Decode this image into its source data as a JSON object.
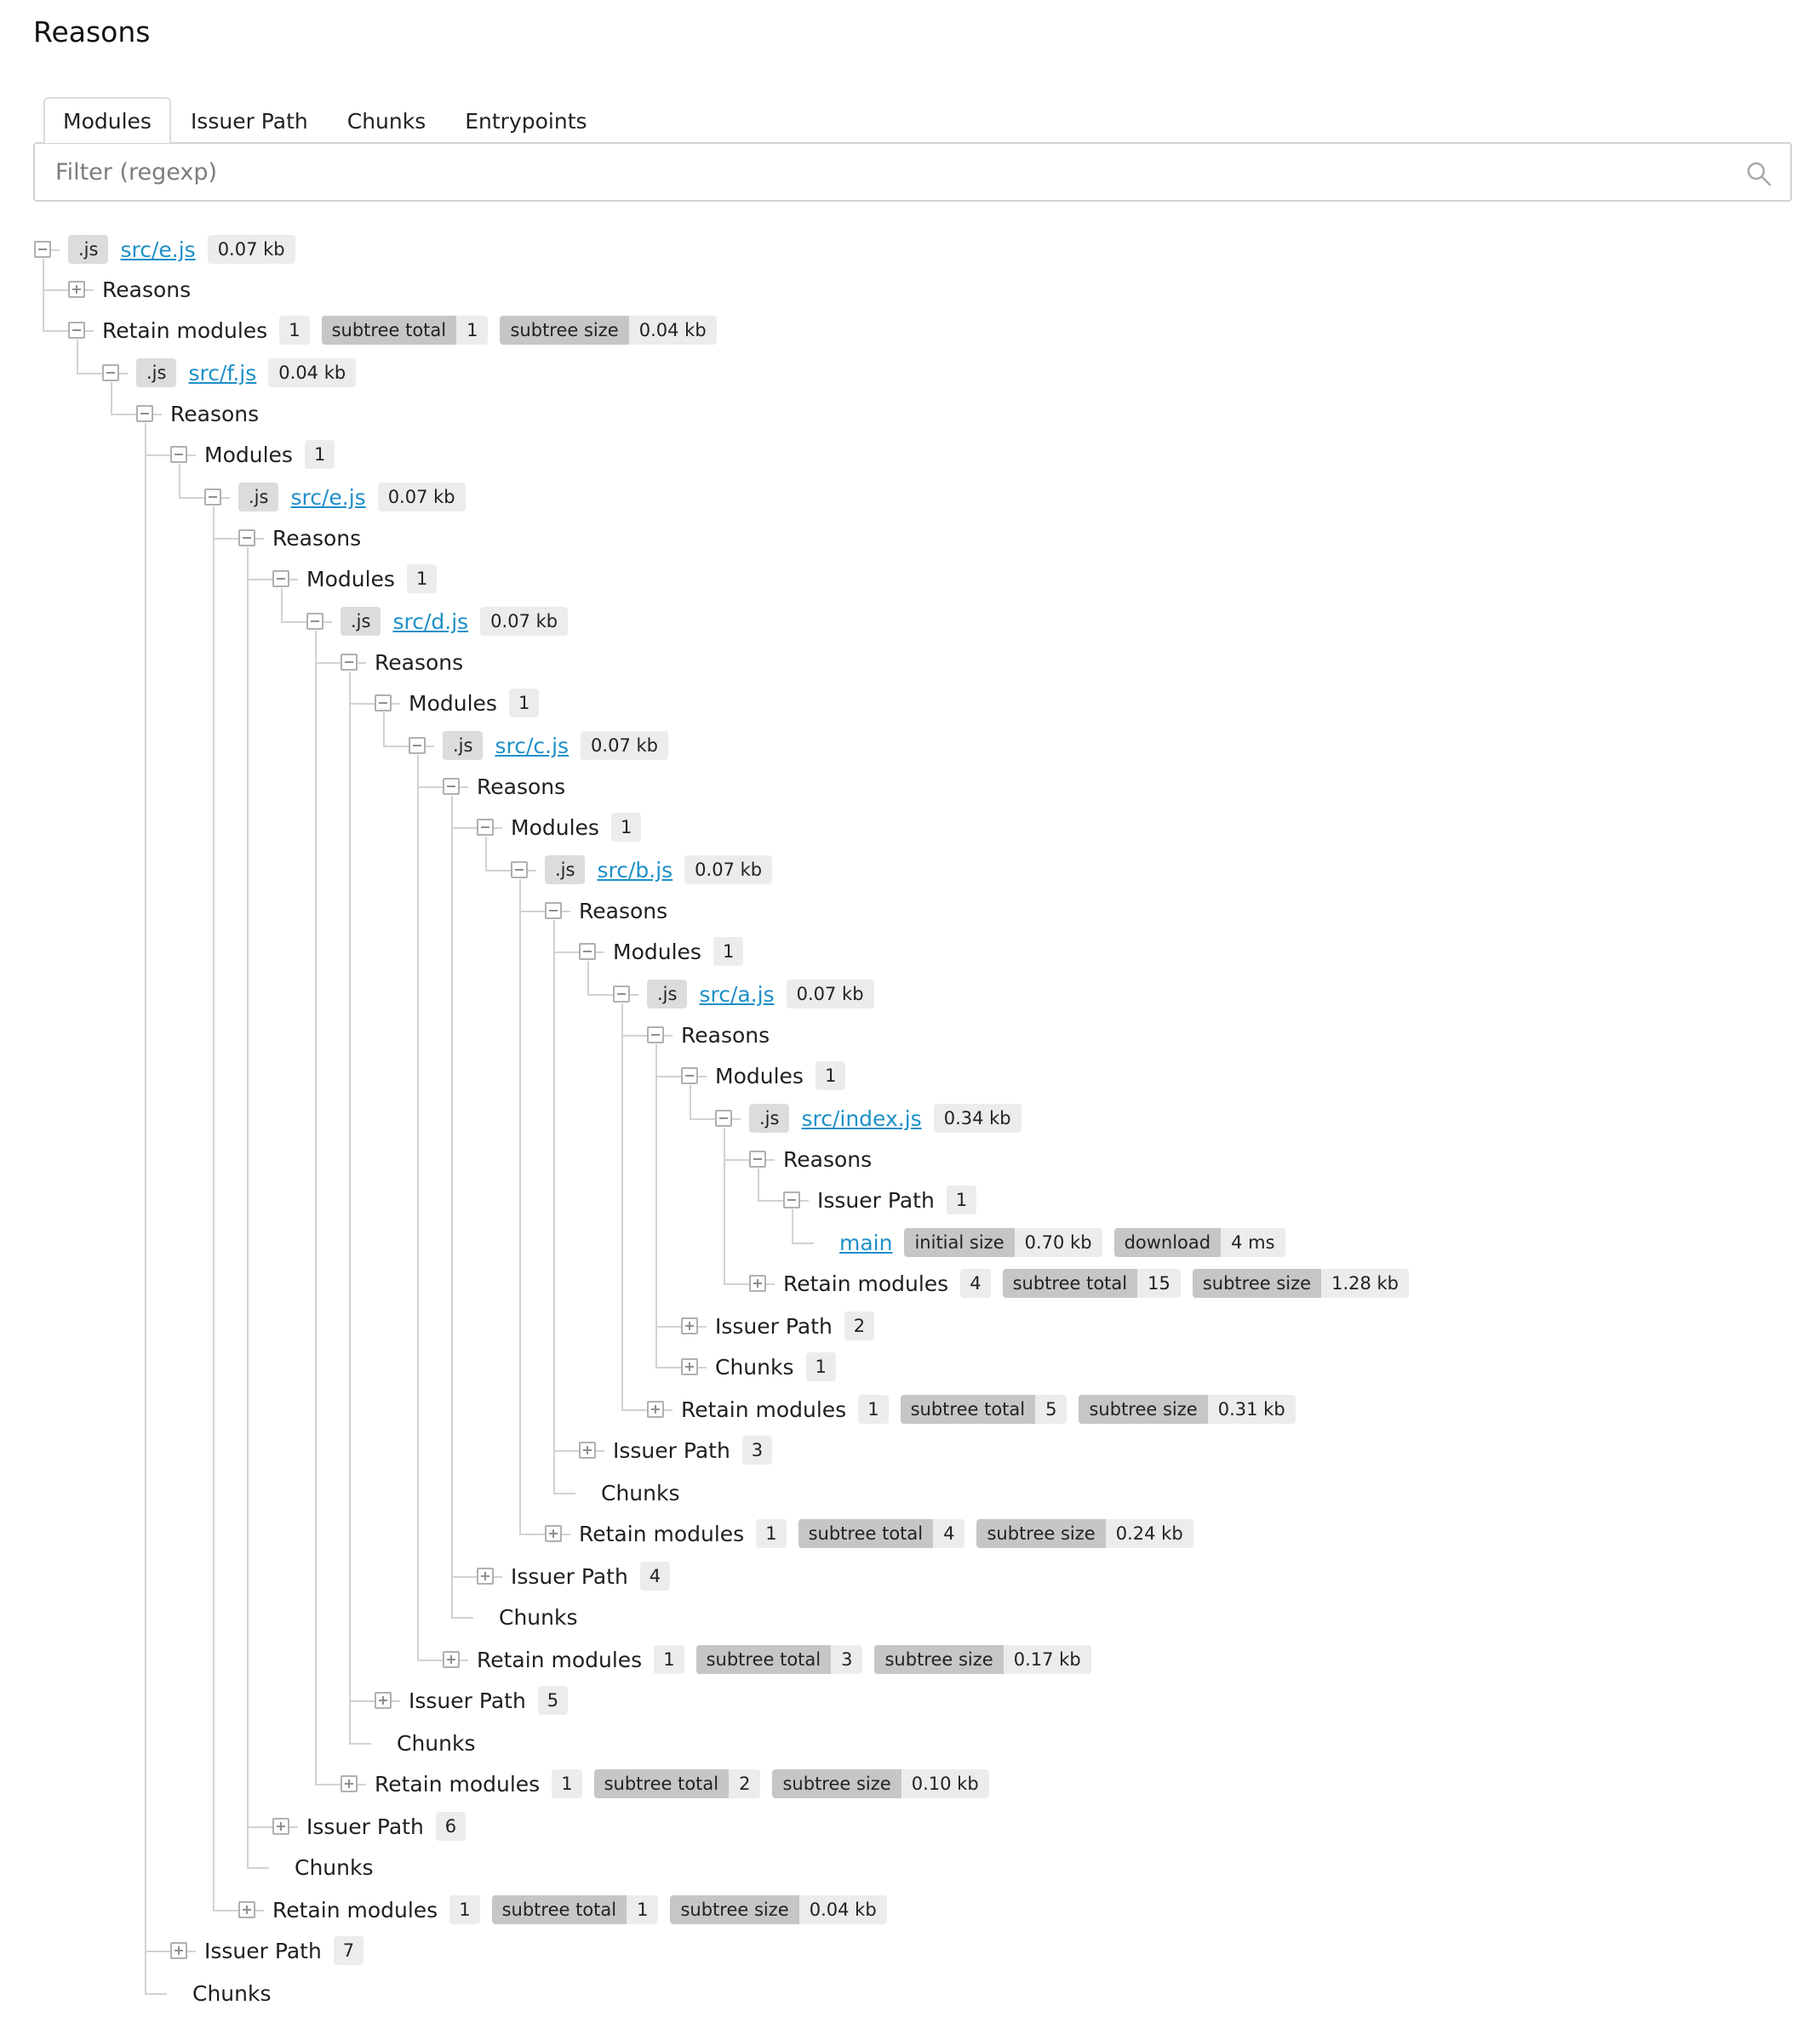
{
  "title": "Reasons",
  "tabs": [
    {
      "label": "Modules",
      "active": true
    },
    {
      "label": "Issuer Path",
      "active": false
    },
    {
      "label": "Chunks",
      "active": false
    },
    {
      "label": "Entrypoints",
      "active": false
    }
  ],
  "filter": {
    "placeholder": "Filter (regexp)",
    "value": ""
  },
  "tree": [
    {
      "kind": "module",
      "toggle": "minus",
      "ext": ".js",
      "name": "src/e.js",
      "size": "0.07 kb"
    },
    {
      "kind": "label",
      "toggle": "plus",
      "label": "Reasons"
    },
    {
      "kind": "label",
      "toggle": "minus",
      "label": "Retain modules",
      "count": "1",
      "pairs": [
        [
          "subtree total",
          "1"
        ],
        [
          "subtree size",
          "0.04 kb"
        ]
      ]
    },
    {
      "kind": "module",
      "toggle": "minus",
      "ext": ".js",
      "name": "src/f.js",
      "size": "0.04 kb"
    },
    {
      "kind": "label",
      "toggle": "minus",
      "label": "Reasons"
    },
    {
      "kind": "label",
      "toggle": "minus",
      "label": "Modules",
      "count": "1"
    },
    {
      "kind": "module",
      "toggle": "minus",
      "ext": ".js",
      "name": "src/e.js",
      "size": "0.07 kb"
    },
    {
      "kind": "label",
      "toggle": "minus",
      "label": "Reasons"
    },
    {
      "kind": "label",
      "toggle": "minus",
      "label": "Modules",
      "count": "1"
    },
    {
      "kind": "module",
      "toggle": "minus",
      "ext": ".js",
      "name": "src/d.js",
      "size": "0.07 kb"
    },
    {
      "kind": "label",
      "toggle": "minus",
      "label": "Reasons"
    },
    {
      "kind": "label",
      "toggle": "minus",
      "label": "Modules",
      "count": "1"
    },
    {
      "kind": "module",
      "toggle": "minus",
      "ext": ".js",
      "name": "src/c.js",
      "size": "0.07 kb"
    },
    {
      "kind": "label",
      "toggle": "minus",
      "label": "Reasons"
    },
    {
      "kind": "label",
      "toggle": "minus",
      "label": "Modules",
      "count": "1"
    },
    {
      "kind": "module",
      "toggle": "minus",
      "ext": ".js",
      "name": "src/b.js",
      "size": "0.07 kb"
    },
    {
      "kind": "label",
      "toggle": "minus",
      "label": "Reasons"
    },
    {
      "kind": "label",
      "toggle": "minus",
      "label": "Modules",
      "count": "1"
    },
    {
      "kind": "module",
      "toggle": "minus",
      "ext": ".js",
      "name": "src/a.js",
      "size": "0.07 kb"
    },
    {
      "kind": "label",
      "toggle": "minus",
      "label": "Reasons"
    },
    {
      "kind": "label",
      "toggle": "minus",
      "label": "Modules",
      "count": "1"
    },
    {
      "kind": "module",
      "toggle": "minus",
      "ext": ".js",
      "name": "src/index.js",
      "size": "0.34 kb"
    },
    {
      "kind": "label",
      "toggle": "minus",
      "label": "Reasons"
    },
    {
      "kind": "label",
      "toggle": "minus",
      "label": "Issuer Path",
      "count": "1"
    },
    {
      "kind": "chunk",
      "toggle": "none",
      "name": "main",
      "pairs": [
        [
          "initial size",
          "0.70 kb"
        ],
        [
          "download",
          "4 ms"
        ]
      ]
    },
    {
      "kind": "label",
      "toggle": "plus",
      "label": "Retain modules",
      "count": "4",
      "pairs": [
        [
          "subtree total",
          "15"
        ],
        [
          "subtree size",
          "1.28 kb"
        ]
      ]
    },
    {
      "kind": "label",
      "toggle": "plus",
      "label": "Issuer Path",
      "count": "2"
    },
    {
      "kind": "label",
      "toggle": "plus",
      "label": "Chunks",
      "count": "1"
    },
    {
      "kind": "label",
      "toggle": "plus",
      "label": "Retain modules",
      "count": "1",
      "pairs": [
        [
          "subtree total",
          "5"
        ],
        [
          "subtree size",
          "0.31 kb"
        ]
      ]
    },
    {
      "kind": "label",
      "toggle": "plus",
      "label": "Issuer Path",
      "count": "3"
    },
    {
      "kind": "label",
      "toggle": "none",
      "label": "Chunks"
    },
    {
      "kind": "label",
      "toggle": "plus",
      "label": "Retain modules",
      "count": "1",
      "pairs": [
        [
          "subtree total",
          "4"
        ],
        [
          "subtree size",
          "0.24 kb"
        ]
      ]
    },
    {
      "kind": "label",
      "toggle": "plus",
      "label": "Issuer Path",
      "count": "4"
    },
    {
      "kind": "label",
      "toggle": "none",
      "label": "Chunks"
    },
    {
      "kind": "label",
      "toggle": "plus",
      "label": "Retain modules",
      "count": "1",
      "pairs": [
        [
          "subtree total",
          "3"
        ],
        [
          "subtree size",
          "0.17 kb"
        ]
      ]
    },
    {
      "kind": "label",
      "toggle": "plus",
      "label": "Issuer Path",
      "count": "5"
    },
    {
      "kind": "label",
      "toggle": "none",
      "label": "Chunks"
    },
    {
      "kind": "label",
      "toggle": "plus",
      "label": "Retain modules",
      "count": "1",
      "pairs": [
        [
          "subtree total",
          "2"
        ],
        [
          "subtree size",
          "0.10 kb"
        ]
      ]
    },
    {
      "kind": "label",
      "toggle": "plus",
      "label": "Issuer Path",
      "count": "6"
    },
    {
      "kind": "label",
      "toggle": "none",
      "label": "Chunks"
    },
    {
      "kind": "label",
      "toggle": "plus",
      "label": "Retain modules",
      "count": "1",
      "pairs": [
        [
          "subtree total",
          "1"
        ],
        [
          "subtree size",
          "0.04 kb"
        ]
      ]
    },
    {
      "kind": "label",
      "toggle": "plus",
      "label": "Issuer Path",
      "count": "7"
    },
    {
      "kind": "label",
      "toggle": "none",
      "label": "Chunks"
    }
  ]
}
